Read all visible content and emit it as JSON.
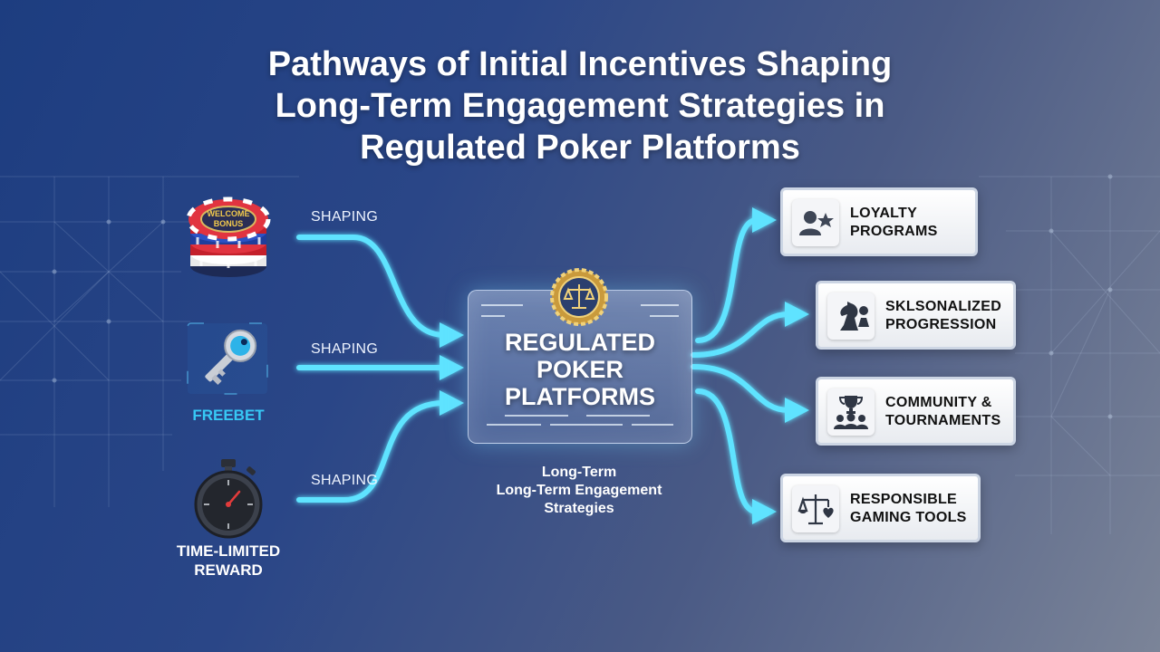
{
  "title": {
    "line1": "Pathways of Initial Incentives Shaping",
    "line2": "Long-Term Engagement Strategies in",
    "line3": "Regulated Poker Platforms"
  },
  "sources": [
    {
      "id": "welcome-bonus",
      "chip_text_1": "WELCOME",
      "chip_text_2": "BONUS",
      "label": "",
      "arrow_label": "SHAPING",
      "icon": "poker-chips-icon"
    },
    {
      "id": "freebet",
      "label": "FREEBET",
      "arrow_label": "SHAPING",
      "icon": "key-icon",
      "label_color": "#37c8f5"
    },
    {
      "id": "time-limited",
      "label_1": "TIME-LIMITED",
      "label_2": "REWARD",
      "arrow_label": "SHAPING",
      "icon": "stopwatch-icon"
    }
  ],
  "center": {
    "line1": "REGULATED",
    "line2": "POKER",
    "line3": "PLATFORMS",
    "badge_icon": "scales-badge-icon",
    "caption_1": "Long-Term",
    "caption_2": "Long-Term Engagement",
    "caption_3": "Strategies"
  },
  "outputs": [
    {
      "line1": "LOYALTY",
      "line2": "PROGRAMS",
      "icon": "user-star-icon"
    },
    {
      "line1": "SKLSONALIZED",
      "line2": "PROGRESSION",
      "icon": "chess-knight-icon"
    },
    {
      "line1": "COMMUNITY &",
      "line2": "TOURNAMENTS",
      "icon": "trophy-group-icon"
    },
    {
      "line1": "RESPONSIBLE",
      "line2": "GAMING TOOLS",
      "icon": "scales-heart-icon"
    }
  ],
  "colors": {
    "arrow": "#5fe3ff",
    "freebet_label": "#37c8f5",
    "background_start": "#1d3d80",
    "background_end": "#7b8498"
  }
}
